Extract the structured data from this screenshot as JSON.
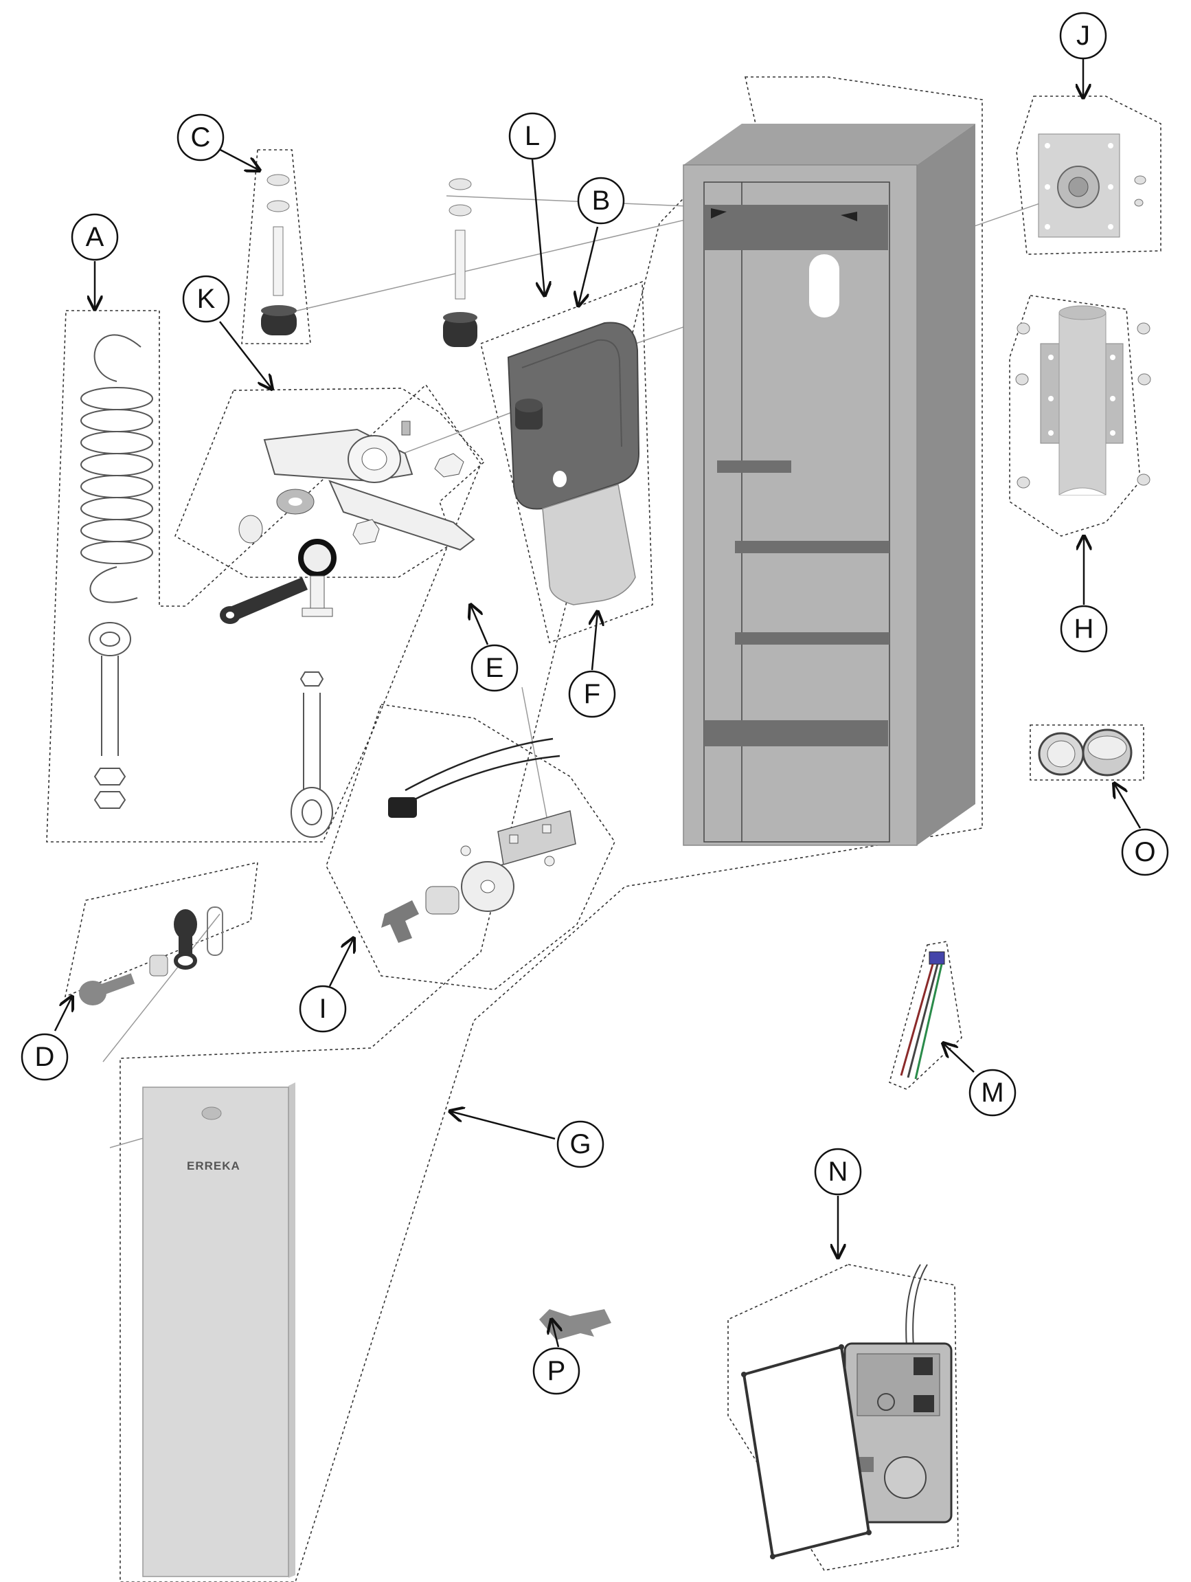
{
  "callouts": {
    "A": "A",
    "B": "B",
    "C": "C",
    "D": "D",
    "E": "E",
    "F": "F",
    "G": "G",
    "H": "H",
    "I": "I",
    "J": "J",
    "K": "K",
    "L": "L",
    "M": "M",
    "N": "N",
    "O": "O",
    "P": "P"
  },
  "cover": {
    "brand": "ERREKA"
  },
  "colors": {
    "cabinet_front": "#b4b4b4",
    "cabinet_side": "#8d8d8d",
    "cabinet_top": "#a3a3a3",
    "dark_band": "#6f6f6f",
    "cover_panel": "#d9d9d9",
    "motor": "#6b6b6b",
    "rubber": "#333333"
  }
}
